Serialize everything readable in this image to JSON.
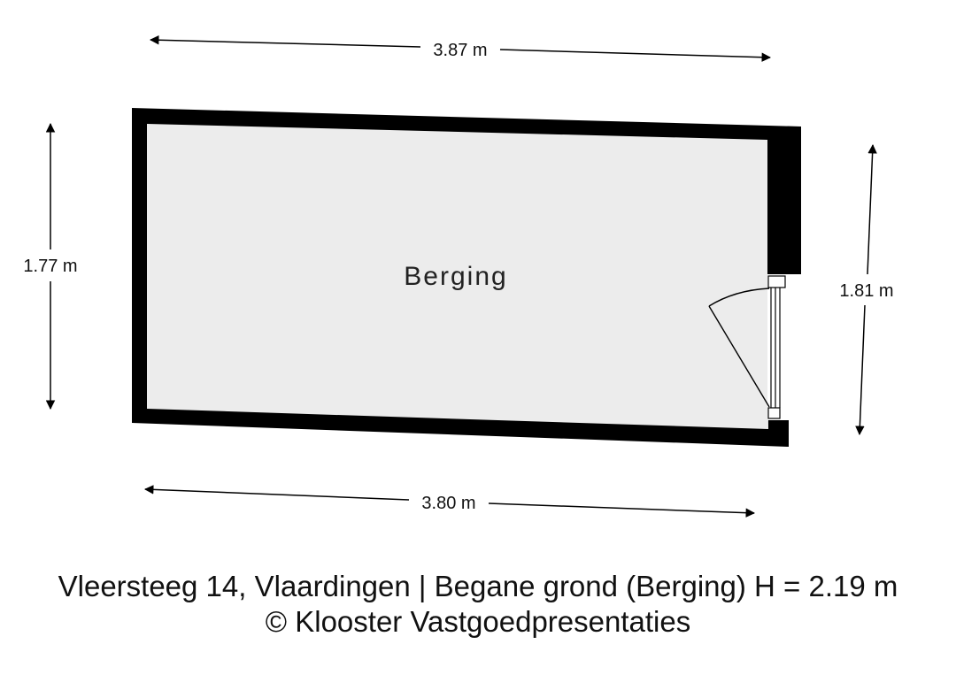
{
  "room": {
    "name": "Berging"
  },
  "dimensions": {
    "top": "3.87 m",
    "bottom": "3.80 m",
    "left": "1.77 m",
    "right": "1.81 m"
  },
  "caption": {
    "line1": "Vleersteeg 14, Vlaardingen | Begane grond (Berging) H = 2.19 m",
    "line2": "© Klooster Vastgoedpresentaties"
  },
  "colors": {
    "wall": "#000000",
    "floor": "#ececec",
    "background": "#ffffff"
  }
}
